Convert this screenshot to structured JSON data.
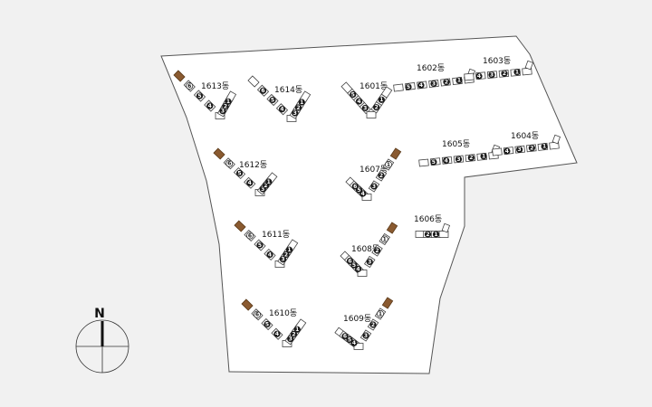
{
  "colors": {
    "background": "#f1f1f1",
    "site": "#ffffff",
    "store": "#8a5a30",
    "line": "#444444"
  },
  "compass": {
    "label": "N"
  },
  "buildings": [
    {
      "id": "1613",
      "label": "1613동",
      "numbers": [
        "6",
        "5",
        "4",
        "3",
        "2",
        "1"
      ],
      "store": true
    },
    {
      "id": "1614",
      "label": "1614동",
      "numbers": [
        "6",
        "5",
        "4",
        "3",
        "2",
        "1"
      ],
      "store": false
    },
    {
      "id": "1601",
      "label": "1601동",
      "numbers": [
        "5",
        "4",
        "3",
        "2",
        "1"
      ],
      "store": false
    },
    {
      "id": "1602",
      "label": "1602동",
      "numbers": [
        "5",
        "4",
        "3",
        "2",
        "1"
      ],
      "store": false
    },
    {
      "id": "1603",
      "label": "1603동",
      "numbers": [
        "4",
        "3",
        "2",
        "1"
      ],
      "store": false
    },
    {
      "id": "1612",
      "label": "1612동",
      "numbers": [
        "6",
        "5",
        "4",
        "3",
        "2",
        "1"
      ],
      "store": true
    },
    {
      "id": "1607",
      "label": "1607동",
      "numbers": [
        "6",
        "5",
        "4",
        "3",
        "2",
        "1"
      ],
      "store": true
    },
    {
      "id": "1605",
      "label": "1605동",
      "numbers": [
        "5",
        "4",
        "3",
        "2",
        "1"
      ],
      "store": false
    },
    {
      "id": "1604",
      "label": "1604동",
      "numbers": [
        "4",
        "3",
        "2",
        "1"
      ],
      "store": false
    },
    {
      "id": "1606",
      "label": "1606동",
      "numbers": [
        "2",
        "1"
      ],
      "store": false
    },
    {
      "id": "1611",
      "label": "1611동",
      "numbers": [
        "6",
        "5",
        "4",
        "3",
        "2",
        "1"
      ],
      "store": true
    },
    {
      "id": "1608",
      "label": "1608동",
      "numbers": [
        "6",
        "5",
        "4",
        "3",
        "2",
        "1"
      ],
      "store": true
    },
    {
      "id": "1610",
      "label": "1610동",
      "numbers": [
        "6",
        "5",
        "4",
        "3",
        "2",
        "1"
      ],
      "store": true
    },
    {
      "id": "1609",
      "label": "1609동",
      "numbers": [
        "6",
        "5",
        "4",
        "3",
        "2",
        "1"
      ],
      "store": true
    }
  ]
}
